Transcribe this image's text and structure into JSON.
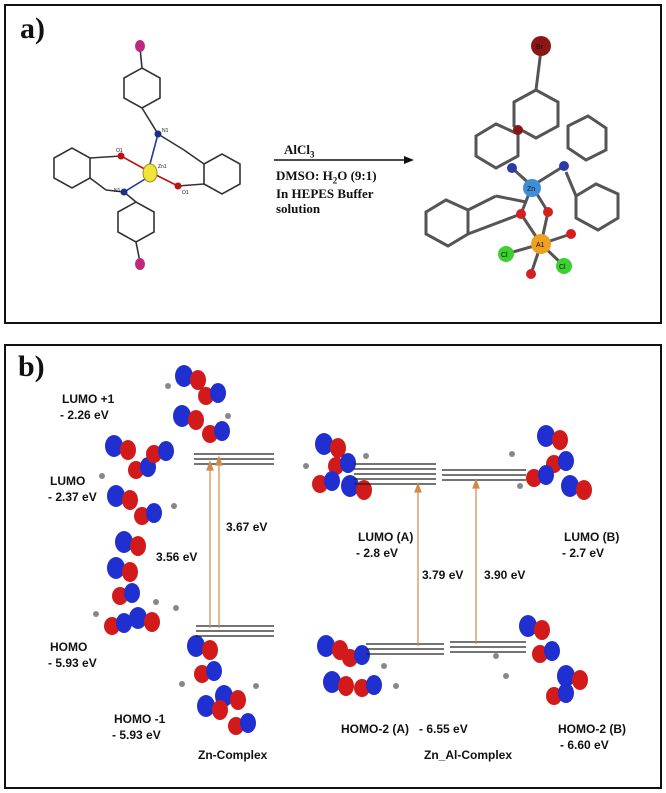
{
  "panel_a": {
    "label": "a)",
    "reagent": "AlCl",
    "reagent_sub": "3",
    "solvent_prefix": "DMSO: H",
    "solvent_sub": "2",
    "solvent_suffix": "O (9:1)",
    "line2": "In HEPES Buffer",
    "line3": "solution",
    "atom_labels": {
      "o1a": "O1",
      "n1a": "N1",
      "zn1": "Zn1",
      "n1b": "N1",
      "o1b": "O1",
      "zn": "Zn",
      "al": "A1",
      "cl1": "Cl",
      "cl2": "Cl",
      "br": "Br"
    }
  },
  "panel_b": {
    "label": "b)",
    "zn_complex": {
      "lumo1_name": "LUMO +1",
      "lumo1_energy": "- 2.26 eV",
      "lumo_name": "LUMO",
      "lumo_energy": "- 2.37 eV",
      "homo_name": "HOMO",
      "homo_energy": "- 5.93 eV",
      "homo1_name": "HOMO -1",
      "homo1_energy": "- 5.93 eV",
      "gap1": "3.56 eV",
      "gap2": "3.67 eV",
      "caption": "Zn-Complex"
    },
    "zn_al_complex": {
      "lumo_a_name": "LUMO (A)",
      "lumo_a_energy": "- 2.8 eV",
      "lumo_b_name": "LUMO (B)",
      "lumo_b_energy": "- 2.7 eV",
      "homo_a": "HOMO-2 (A)",
      "homo_a_energy": "- 6.55 eV",
      "homo_b_name": "HOMO-2 (B)",
      "homo_b_energy": "- 6.60 eV",
      "gap_a": "3.79 eV",
      "gap_b": "3.90 eV",
      "caption": "Zn_Al-Complex"
    }
  }
}
